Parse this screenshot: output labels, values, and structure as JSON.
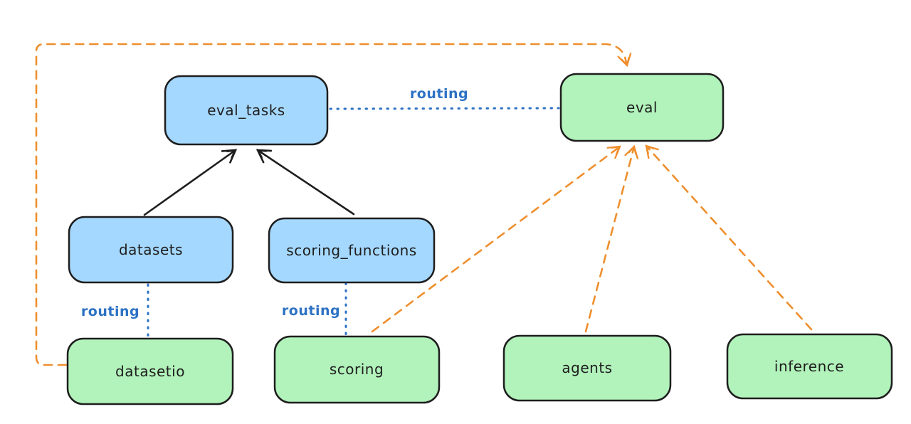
{
  "diagram": {
    "type": "flowchart",
    "style": "hand-drawn",
    "background": "#ffffff",
    "colors": {
      "stroke": "#1e1e1e",
      "blue_fill": "#a5d8ff",
      "green_fill": "#b2f2bb",
      "orange_line": "#ee8f2e",
      "routing_blue": "#2d72c4"
    },
    "nodes": [
      {
        "id": "eval_tasks",
        "label": "eval_tasks",
        "fill": "#a5d8ff",
        "kind": "resource"
      },
      {
        "id": "eval",
        "label": "eval",
        "fill": "#b2f2bb",
        "kind": "api"
      },
      {
        "id": "datasets",
        "label": "datasets",
        "fill": "#a5d8ff",
        "kind": "resource"
      },
      {
        "id": "scoring_functions",
        "label": "scoring_functions",
        "fill": "#a5d8ff",
        "kind": "resource"
      },
      {
        "id": "datasetio",
        "label": "datasetio",
        "fill": "#b2f2bb",
        "kind": "api"
      },
      {
        "id": "scoring",
        "label": "scoring",
        "fill": "#b2f2bb",
        "kind": "api"
      },
      {
        "id": "agents",
        "label": "agents",
        "fill": "#b2f2bb",
        "kind": "api"
      },
      {
        "id": "inference",
        "label": "inference",
        "fill": "#b2f2bb",
        "kind": "api"
      }
    ],
    "edges": [
      {
        "from": "datasets",
        "to": "eval_tasks",
        "style": "solid",
        "color": "#1e1e1e",
        "arrow": true,
        "label": ""
      },
      {
        "from": "scoring_functions",
        "to": "eval_tasks",
        "style": "solid",
        "color": "#1e1e1e",
        "arrow": true,
        "label": ""
      },
      {
        "from": "eval_tasks",
        "to": "eval",
        "style": "dotted",
        "color": "#2d72c4",
        "arrow": false,
        "label": "routing"
      },
      {
        "from": "datasets",
        "to": "datasetio",
        "style": "dotted",
        "color": "#2d72c4",
        "arrow": false,
        "label": "routing"
      },
      {
        "from": "scoring_functions",
        "to": "scoring",
        "style": "dotted",
        "color": "#2d72c4",
        "arrow": false,
        "label": "routing"
      },
      {
        "from": "datasetio",
        "to": "eval",
        "style": "dashed",
        "color": "#ee8f2e",
        "arrow": true,
        "label": "",
        "route": "around-left-and-top"
      },
      {
        "from": "scoring",
        "to": "eval",
        "style": "dashed",
        "color": "#ee8f2e",
        "arrow": true,
        "label": ""
      },
      {
        "from": "agents",
        "to": "eval",
        "style": "dashed",
        "color": "#ee8f2e",
        "arrow": true,
        "label": ""
      },
      {
        "from": "inference",
        "to": "eval",
        "style": "dashed",
        "color": "#ee8f2e",
        "arrow": true,
        "label": ""
      }
    ]
  }
}
